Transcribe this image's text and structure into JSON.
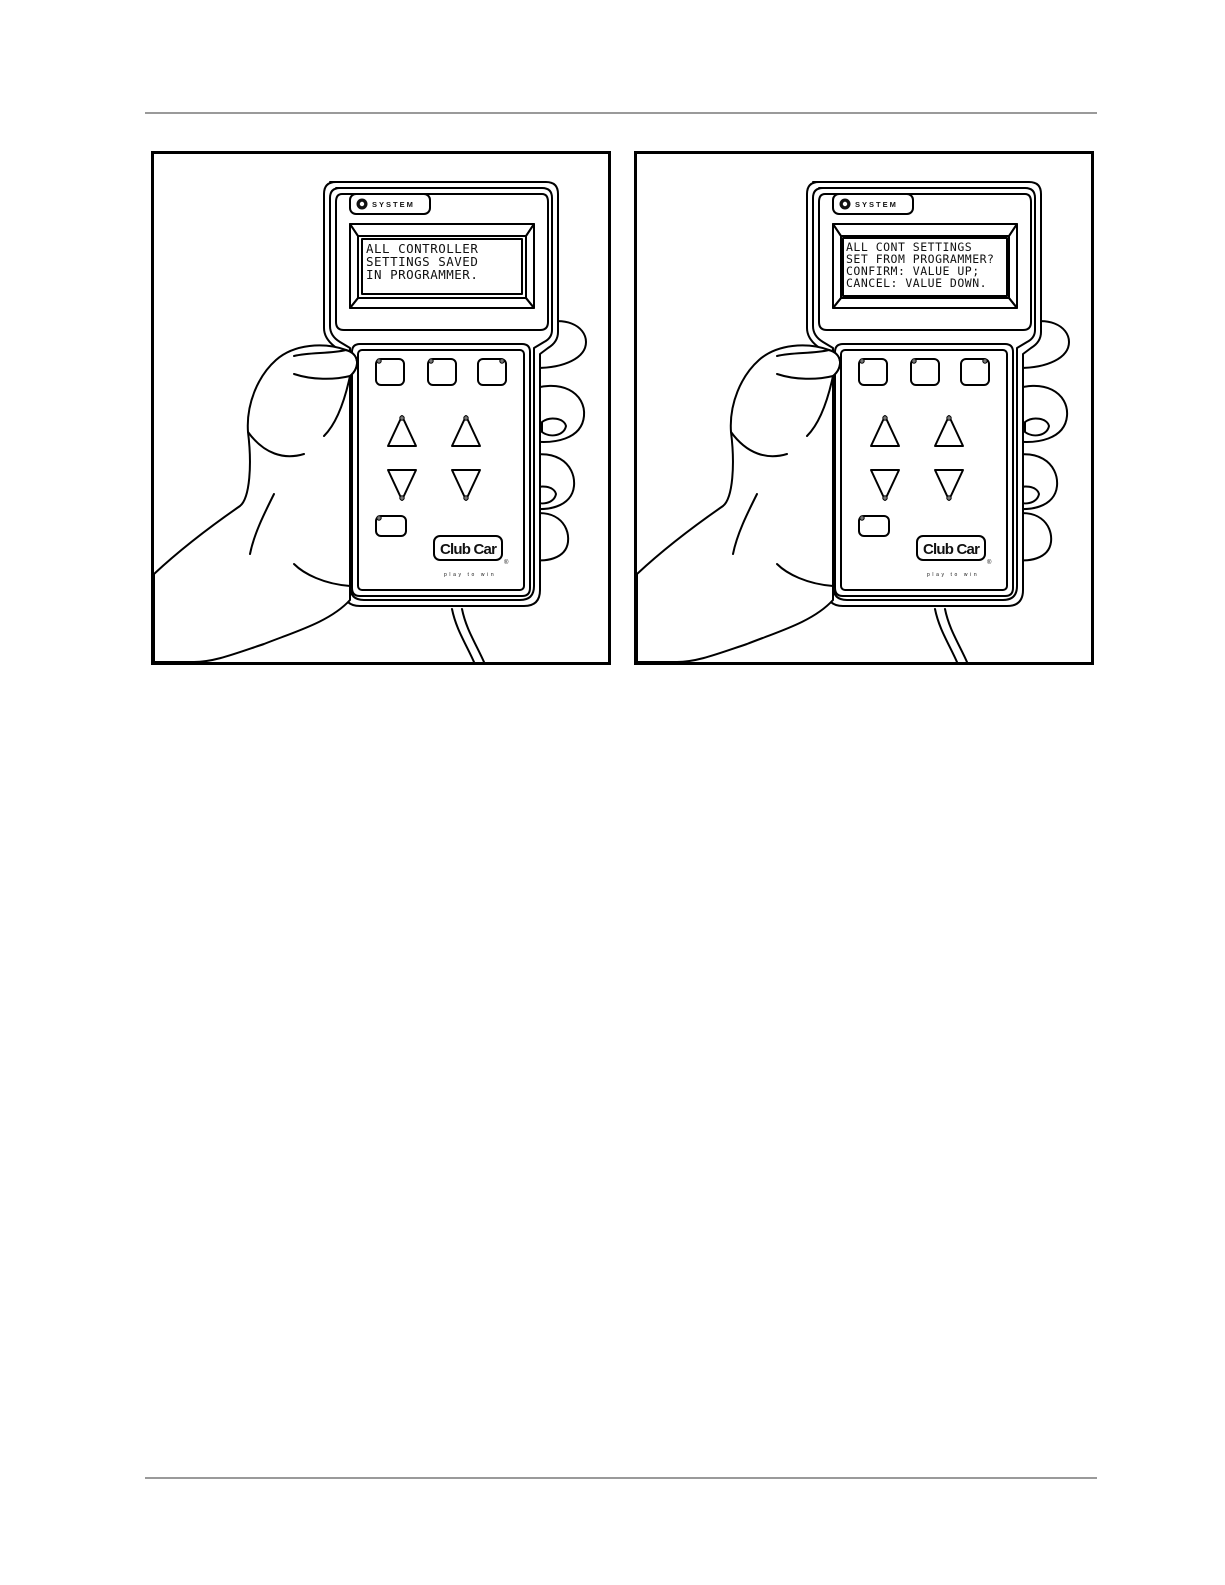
{
  "panels": [
    {
      "id": "left",
      "brand_logo_text": "SYSTEM",
      "display_lines": [
        "ALL CONTROLLER",
        "SETTINGS SAVED",
        "IN PROGRAMMER."
      ],
      "brand_name": "Club Car",
      "tagline": "play to win",
      "registered_mark": "®"
    },
    {
      "id": "right",
      "brand_logo_text": "SYSTEM",
      "display_lines": [
        "ALL CONT SETTINGS",
        "SET FROM PROGRAMMER?",
        "CONFIRM: VALUE UP;",
        "CANCEL: VALUE DOWN."
      ],
      "brand_name": "Club Car",
      "tagline": "play to win",
      "registered_mark": "®"
    }
  ]
}
